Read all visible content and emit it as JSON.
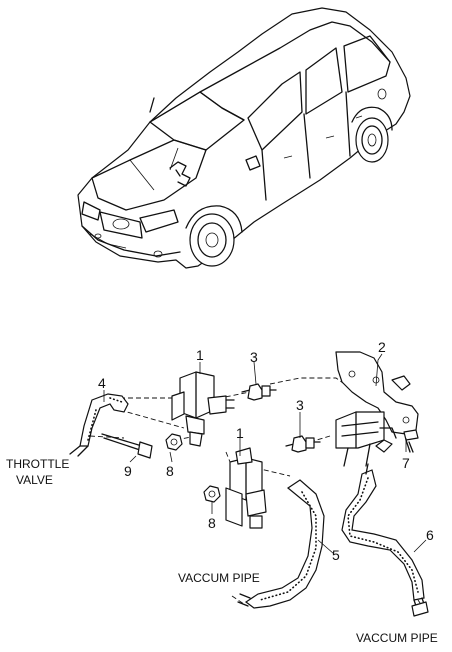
{
  "callouts": {
    "n1a": "1",
    "n1b": "1",
    "n2": "2",
    "n3a": "3",
    "n3b": "3",
    "n4": "4",
    "n5": "5",
    "n6": "6",
    "n7": "7",
    "n8a": "8",
    "n8b": "8",
    "n9": "9"
  },
  "labels": {
    "throttle_line1": "THROTTLE",
    "throttle_line2": "VALVE",
    "vaccum_pipe_left": "VACCUM PIPE",
    "vaccum_pipe_bottom": "VACCUM PIPE"
  }
}
